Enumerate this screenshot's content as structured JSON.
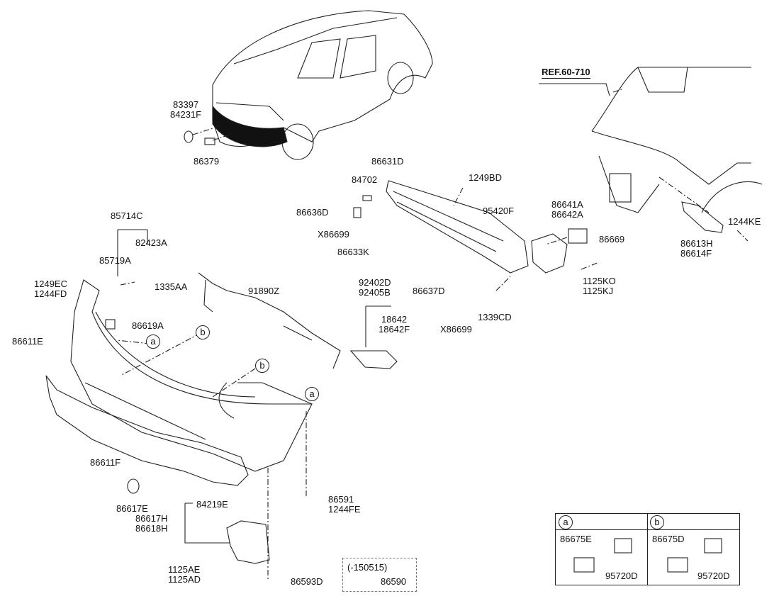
{
  "ref": "REF.60-710",
  "parts": {
    "p83397": "83397",
    "p84231F": "84231F",
    "p86379": "86379",
    "p85714C": "85714C",
    "p82423A": "82423A",
    "p85719A": "85719A",
    "p1249EC": "1249EC",
    "p1244FD": "1244FD",
    "p1335AA": "1335AA",
    "p86619A": "86619A",
    "p86611E": "86611E",
    "p91890Z": "91890Z",
    "p86611F": "86611F",
    "p86617E": "86617E",
    "p84219E": "84219E",
    "p86617H": "86617H",
    "p86618H": "86618H",
    "p1125AE": "1125AE",
    "p1125AD": "1125AD",
    "p86593D": "86593D",
    "p86591": "86591",
    "p1244FE": "1244FE",
    "p150515": "(-150515)",
    "p86590": "86590",
    "p86631D": "86631D",
    "p84702": "84702",
    "p1249BD": "1249BD",
    "p86636D": "86636D",
    "p95420F": "95420F",
    "pX86699a": "X86699",
    "p86633K": "86633K",
    "p86641A": "86641A",
    "p86642A": "86642A",
    "p86669": "86669",
    "p92402D": "92402D",
    "p92405B": "92405B",
    "p18642": "18642",
    "p18642F": "18642F",
    "p86637D": "86637D",
    "p1339CD": "1339CD",
    "pX86699b": "X86699",
    "p1125KO": "1125KO",
    "p1125KJ": "1125KJ",
    "p86613H": "86613H",
    "p86614F": "86614F",
    "p1244KE": "1244KE"
  },
  "callouts": {
    "a": "a",
    "b": "b"
  },
  "inset": {
    "a": {
      "tag": "a",
      "p1": "86675E",
      "p2": "95720D"
    },
    "b": {
      "tag": "b",
      "p1": "86675D",
      "p2": "95720D"
    }
  }
}
